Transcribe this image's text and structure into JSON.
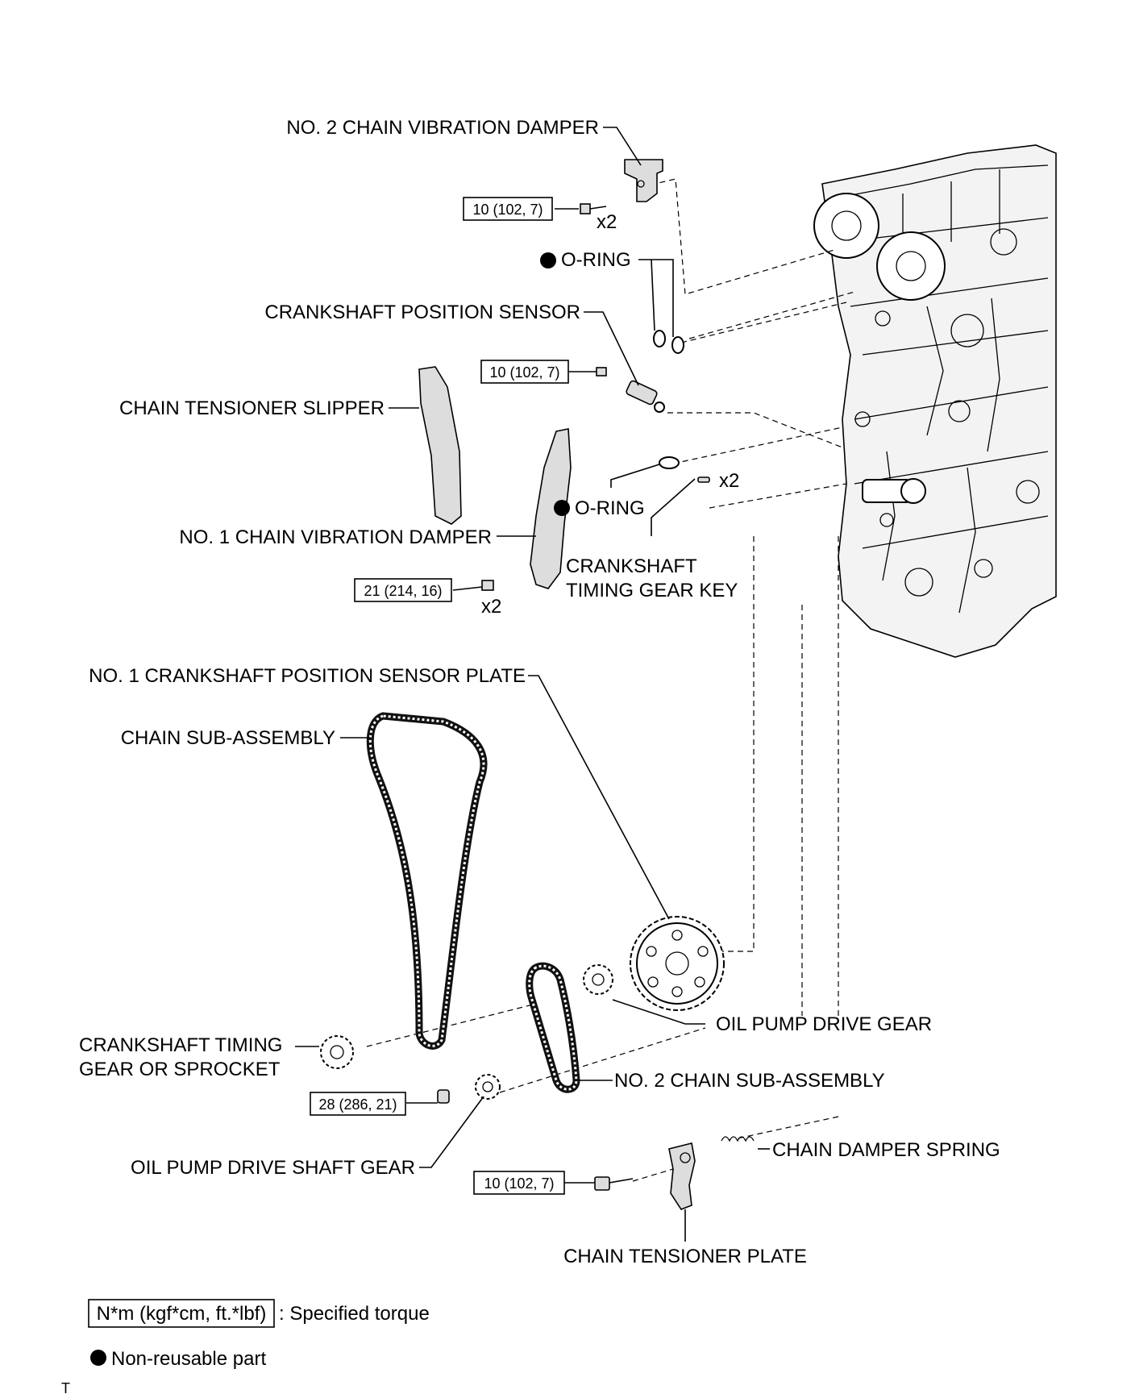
{
  "parts": {
    "no2_chain_vibration_damper": "NO. 2 CHAIN VIBRATION DAMPER",
    "o_ring_upper": "O-RING",
    "crankshaft_position_sensor": "CRANKSHAFT POSITION SENSOR",
    "chain_tensioner_slipper": "CHAIN TENSIONER SLIPPER",
    "o_ring_lower": "O-RING",
    "no1_chain_vibration_damper": "NO. 1 CHAIN VIBRATION DAMPER",
    "crankshaft_timing_gear_key_line1": "CRANKSHAFT",
    "crankshaft_timing_gear_key_line2": "TIMING GEAR KEY",
    "no1_crankshaft_position_sensor_plate": "NO. 1 CRANKSHAFT POSITION SENSOR PLATE",
    "chain_sub_assembly": "CHAIN SUB-ASSEMBLY",
    "crankshaft_timing_gear_line1": "CRANKSHAFT TIMING",
    "crankshaft_timing_gear_line2": "GEAR OR SPROCKET",
    "oil_pump_drive_gear": "OIL PUMP DRIVE GEAR",
    "no2_chain_sub_assembly": "NO. 2 CHAIN SUB-ASSEMBLY",
    "oil_pump_drive_shaft_gear": "OIL PUMP DRIVE SHAFT GEAR",
    "chain_damper_spring": "CHAIN DAMPER SPRING",
    "chain_tensioner_plate": "CHAIN TENSIONER PLATE"
  },
  "torques": {
    "damper_bolt": "10 (102, 7)",
    "sensor_bolt": "10 (102, 7)",
    "no1_damper_bolt": "21 (214, 16)",
    "drive_shaft_gear_nut": "28 (286, 21)",
    "tensioner_plate_bolt": "10 (102, 7)"
  },
  "quantities": {
    "damper_bolts": "x2",
    "gear_keys": "x2",
    "no1_damper_bolts": "x2"
  },
  "legend": {
    "torque_box": "N*m (kgf*cm, ft.*lbf)",
    "torque_desc": ": Specified torque",
    "non_reusable": "Non-reusable part"
  },
  "corner_mark": "T"
}
